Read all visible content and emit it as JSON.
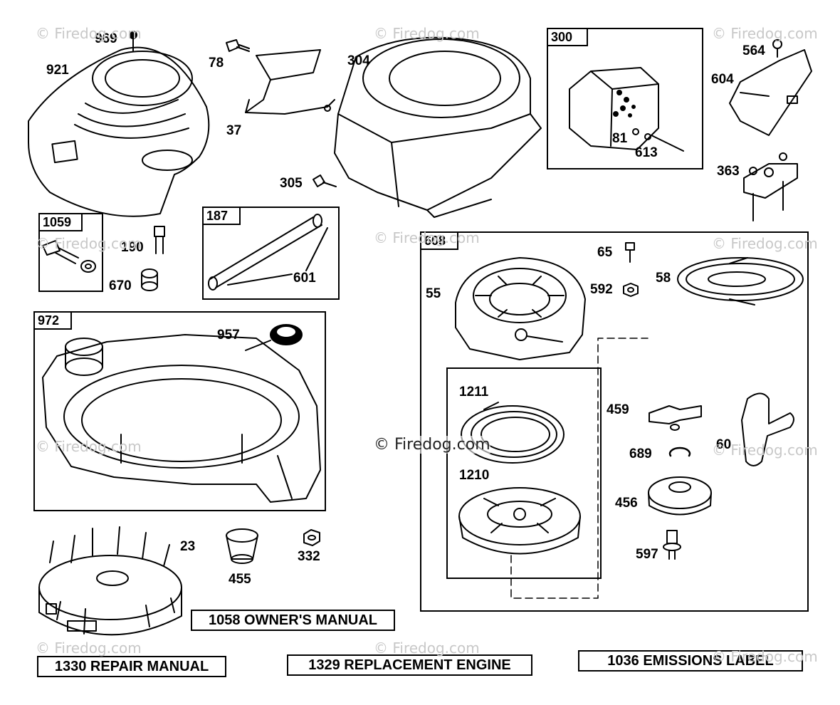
{
  "watermark": "© Firedog.com",
  "boxes": {
    "b300": "300",
    "b1059": "1059",
    "b187": "187",
    "b608": "608",
    "b972": "972"
  },
  "parts": {
    "p969": "969",
    "p921": "921",
    "p78": "78",
    "p37": "37",
    "p304": "304",
    "p305": "305",
    "p81": "81",
    "p613": "613",
    "p564": "564",
    "p604": "604",
    "p363": "363",
    "p190": "190",
    "p670": "670",
    "p601": "601",
    "p65": "65",
    "p55": "55",
    "p592": "592",
    "p58": "58",
    "p957": "957",
    "p1211": "1211",
    "p1210": "1210",
    "p459": "459",
    "p689": "689",
    "p60": "60",
    "p456": "456",
    "p597": "597",
    "p23": "23",
    "p455": "455",
    "p332": "332"
  },
  "manuals": {
    "owners": "1058 OWNER'S MANUAL",
    "repair": "1330 REPAIR MANUAL",
    "engine": "1329 REPLACEMENT ENGINE",
    "emissions": "1036 EMISSIONS LABEL"
  }
}
